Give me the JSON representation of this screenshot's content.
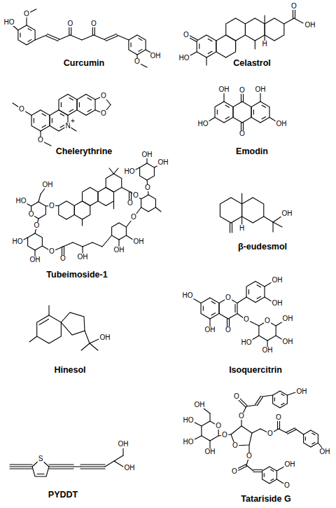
{
  "diagram": {
    "labels": [
      "Curcumin",
      "Celastrol",
      "Chelerythrine",
      "Emodin",
      "Tubeimoside-1",
      "β-eudesmol",
      "Hinesol",
      "Isoquercitrin",
      "PYDDT",
      "Tatariside G",
      "HO",
      "O",
      "O",
      "O",
      "OH",
      "O",
      "O",
      "HO",
      "O",
      "OH",
      "H",
      "O",
      "O",
      "N",
      "+",
      "O",
      "O",
      "OH",
      "O",
      "OH",
      "HO",
      "O",
      "OH",
      "OH",
      "HO",
      "O",
      "O",
      "O",
      "HO",
      "OH",
      "O",
      "O",
      "OH",
      "O",
      "O",
      "O",
      "OH",
      "HO",
      "OH",
      "O",
      "OH",
      "OH",
      "H",
      "OH",
      "OH",
      "HO",
      "OH",
      "O",
      "O",
      "O",
      "OH",
      "OH",
      "O",
      "OH",
      "OH",
      "OH",
      "HO",
      "S",
      "OH",
      "OH",
      "OH",
      "HO",
      "HO",
      "OH",
      "O",
      "O",
      "O",
      "O",
      "O",
      "OH",
      "O",
      "O",
      "OH",
      "O",
      "O",
      "OH",
      "O"
    ]
  }
}
